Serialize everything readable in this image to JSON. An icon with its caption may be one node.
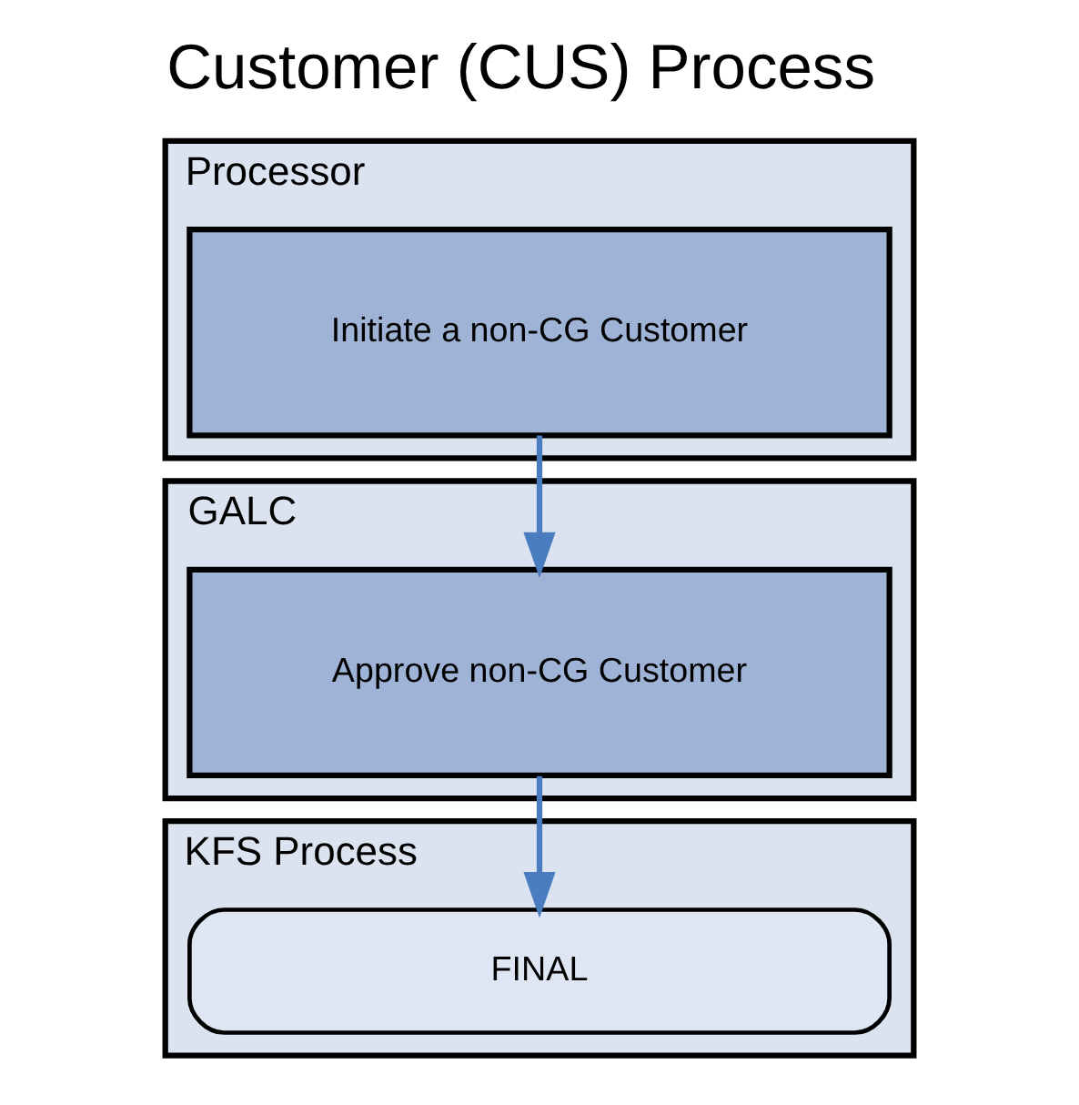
{
  "diagram": {
    "title": "Customer (CUS) Process",
    "nodes": [
      {
        "text": [
          "Processor"
        ]
      },
      {
        "text": [
          "Initiate a non-CG Customer"
        ],
        "in": 0
      },
      {
        "text": [
          "GALC"
        ]
      },
      {
        "text": [
          "Approve non-CG Customer"
        ],
        "in": 2
      },
      {
        "text": [
          "KFS Process"
        ]
      },
      {
        "text": [
          "FINAL"
        ],
        "in": 4
      }
    ],
    "edges": [
      {
        "from": 1,
        "to": 3,
        "arrow": "to"
      },
      {
        "from": 3,
        "to": 5,
        "arrow": "to"
      }
    ]
  }
}
